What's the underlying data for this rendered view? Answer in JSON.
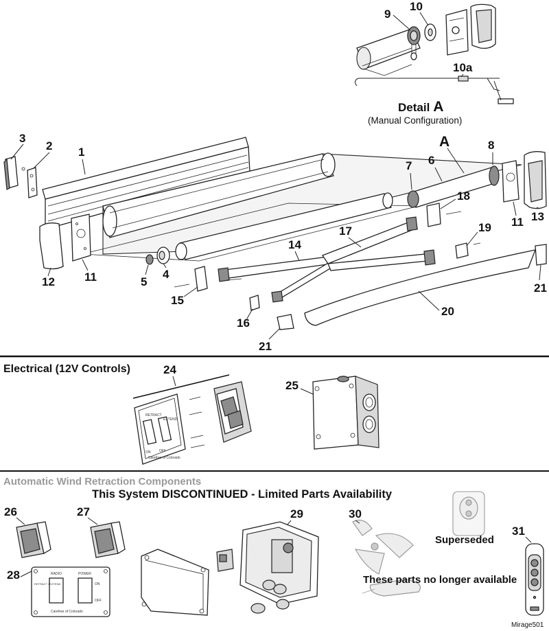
{
  "detail": {
    "title": "Detail",
    "letter": "A",
    "subtitle": "(Manual Configuration)"
  },
  "callouts": {
    "c1": "1",
    "c2": "2",
    "c3": "3",
    "c4": "4",
    "c5": "5",
    "c6": "6",
    "c7": "7",
    "c8": "8",
    "c9": "9",
    "c10": "10",
    "c10a": "10a",
    "c11a": "11",
    "c11b": "11",
    "c12": "12",
    "c13": "13",
    "c14": "14",
    "c15": "15",
    "c16": "16",
    "c17": "17",
    "c18": "18",
    "c19": "19",
    "c20": "20",
    "c21a": "21",
    "c21b": "21",
    "cA": "A",
    "c24": "24",
    "c25": "25",
    "c26": "26",
    "c27": "27",
    "c28": "28",
    "c29": "29",
    "c30": "30",
    "c31": "31"
  },
  "sections": {
    "electrical": "Electrical (12V Controls)",
    "wind_title": "Automatic Wind Retraction Components",
    "wind_notice": "This System DISCONTINUED - Limited Parts Availability"
  },
  "labels": {
    "superseded": "Superseded",
    "no_longer": "These parts no longer available",
    "figure_code": "Mirage501"
  },
  "panel28": {
    "radio": "RADIO",
    "power": "POWER",
    "retract_extend": "RETRACT / EXTEND",
    "on": "ON",
    "off": "OFF",
    "brand": "Carefree of Colorado"
  },
  "switch24": {
    "retract": "RETRACT",
    "extend": "EXTEND",
    "on": "ON",
    "off": "OFF",
    "brand": "Carefree of Colorado"
  }
}
